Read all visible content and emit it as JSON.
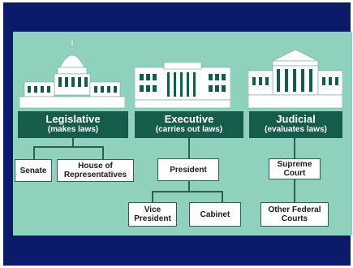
{
  "branches": [
    {
      "title": "Legislative",
      "subtitle": "(makes laws)",
      "children": [
        "Senate",
        "House of Representatives"
      ]
    },
    {
      "title": "Executive",
      "subtitle": "(carries out laws)",
      "children": [
        "President"
      ],
      "grandchildren": [
        "Vice President",
        "Cabinet"
      ]
    },
    {
      "title": "Judicial",
      "subtitle": "(evaluates laws)",
      "children": [
        "Supreme Court"
      ],
      "grandchildren": [
        "Other Federal Courts"
      ]
    }
  ],
  "colors": {
    "background": "#0c1a6a",
    "panel": "#8fd1bd",
    "header": "#155c4a",
    "building": "#ffffff"
  }
}
